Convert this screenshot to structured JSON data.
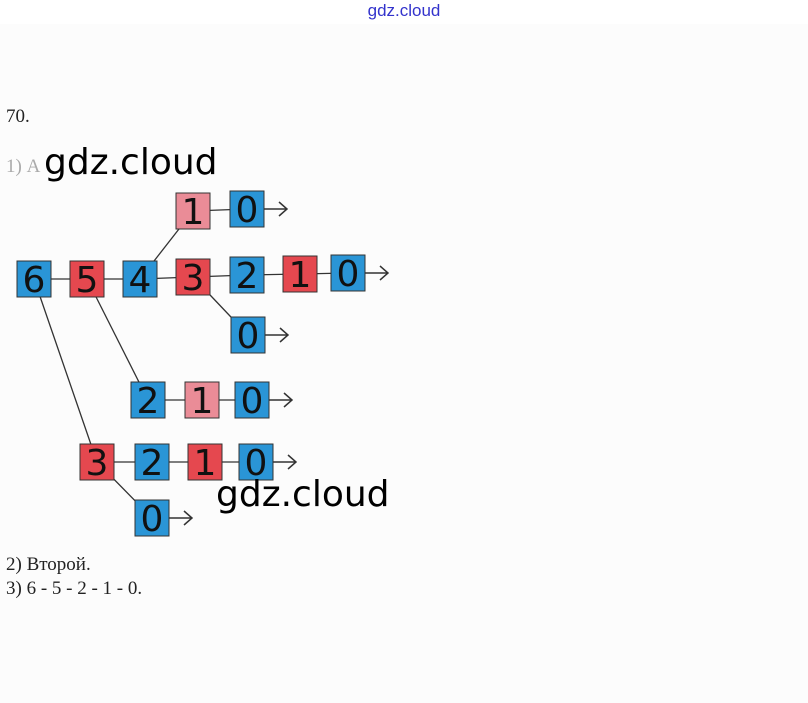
{
  "header": {
    "site": "gdz.cloud"
  },
  "problem_number": "70.",
  "answers": {
    "a1": "1) А",
    "a2": "2) Второй.",
    "a3": "3) 6 - 5 - 2 - 1 - 0."
  },
  "watermarks": [
    "gdz.cloud",
    "gdz.cloud"
  ],
  "colors": {
    "blue": "#2a95d6",
    "red": "#e5484f",
    "pink": "#ea8c97",
    "line": "#333333"
  },
  "tree": {
    "nodes": [
      {
        "id": "n6",
        "v": "6",
        "c": "blue"
      },
      {
        "id": "n5",
        "v": "5",
        "c": "red"
      },
      {
        "id": "n4",
        "v": "4",
        "c": "blue"
      },
      {
        "id": "n3",
        "v": "3",
        "c": "red"
      },
      {
        "id": "n2",
        "v": "2",
        "c": "blue"
      },
      {
        "id": "n1",
        "v": "1",
        "c": "red"
      },
      {
        "id": "n0",
        "v": "0",
        "c": "blue"
      },
      {
        "id": "t1",
        "v": "1",
        "c": "pink"
      },
      {
        "id": "t0",
        "v": "0",
        "c": "blue"
      },
      {
        "id": "b0",
        "v": "0",
        "c": "blue"
      },
      {
        "id": "r2",
        "v": "2",
        "c": "blue"
      },
      {
        "id": "r1",
        "v": "1",
        "c": "pink"
      },
      {
        "id": "r0",
        "v": "0",
        "c": "blue"
      },
      {
        "id": "s3",
        "v": "3",
        "c": "red"
      },
      {
        "id": "s2",
        "v": "2",
        "c": "blue"
      },
      {
        "id": "s1",
        "v": "1",
        "c": "red"
      },
      {
        "id": "s0",
        "v": "0",
        "c": "blue"
      },
      {
        "id": "u0",
        "v": "0",
        "c": "blue"
      }
    ]
  }
}
